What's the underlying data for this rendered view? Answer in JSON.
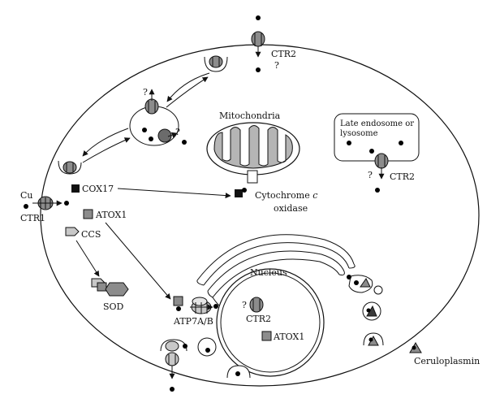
{
  "labels": {
    "cu": "Cu",
    "ctr1": "CTR1",
    "ctr2_top": "CTR2",
    "ctr2_top_q": "?",
    "q_vesicle_top": "?",
    "q_vesicle_right": "?",
    "mitochondria": "Mitochondria",
    "late_endosome_1": "Late endosome or",
    "late_endosome_2": "lysosome",
    "ctr2_endo": "CTR2",
    "q_endo": "?",
    "cox17": "COX17",
    "cyto_line1": "Cytochrome ",
    "cyto_italic": "c",
    "cyto_line2": "oxidase",
    "atox1": "ATOX1",
    "ccs": "CCS",
    "sod": "SOD",
    "nucleus": "Nucleus",
    "q_nucleus": "?",
    "ctr2_nucleus": "CTR2",
    "atox1_nucleus": "ATOX1",
    "atp7ab": "ATP7A/B",
    "ceruloplasmin": "Ceruloplasmin"
  },
  "colors": {
    "stroke": "#111111",
    "protein_gray": "#8c8c8c",
    "light_gray": "#c8c8c8",
    "dark_fill": "#3a3a3a",
    "mito_inner": "#b5b5b5"
  }
}
